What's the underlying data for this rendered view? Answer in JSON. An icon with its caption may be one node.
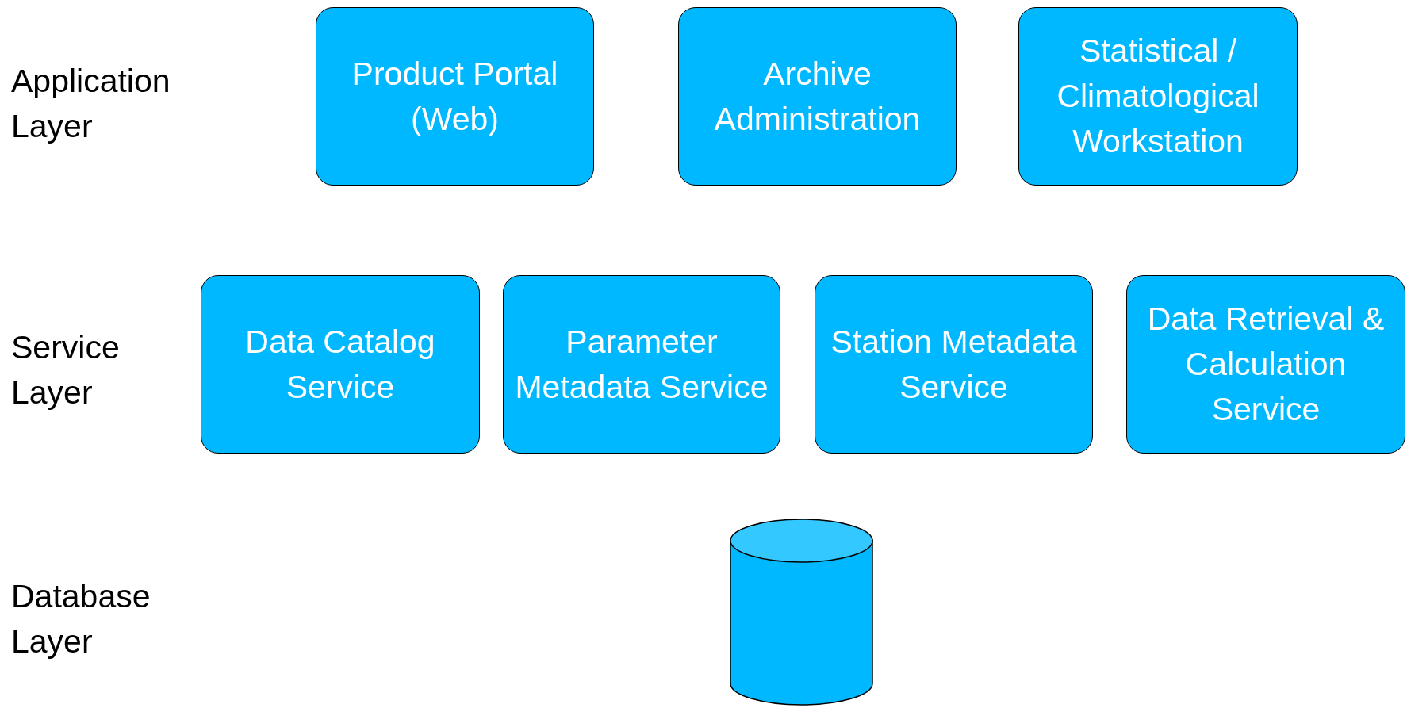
{
  "diagram": {
    "nodes": [
      {
        "text": [
          "Product Portal (Web)"
        ]
      },
      {
        "text": [
          "Archive Administration"
        ]
      },
      {
        "text": [
          "Statistical / Climatological Workstation"
        ]
      },
      {
        "text": [
          "Data Catalog Service"
        ]
      },
      {
        "text": [
          "Parameter Metadata Service"
        ]
      },
      {
        "text": [
          "Station Metadata Service"
        ]
      },
      {
        "text": [
          "Data Retrieval & Calculation Service"
        ]
      },
      {
        "text": [],
        "shape": "cylinder"
      }
    ],
    "labels": [
      "Application Layer",
      "Service Layer",
      "Database Layer"
    ]
  }
}
